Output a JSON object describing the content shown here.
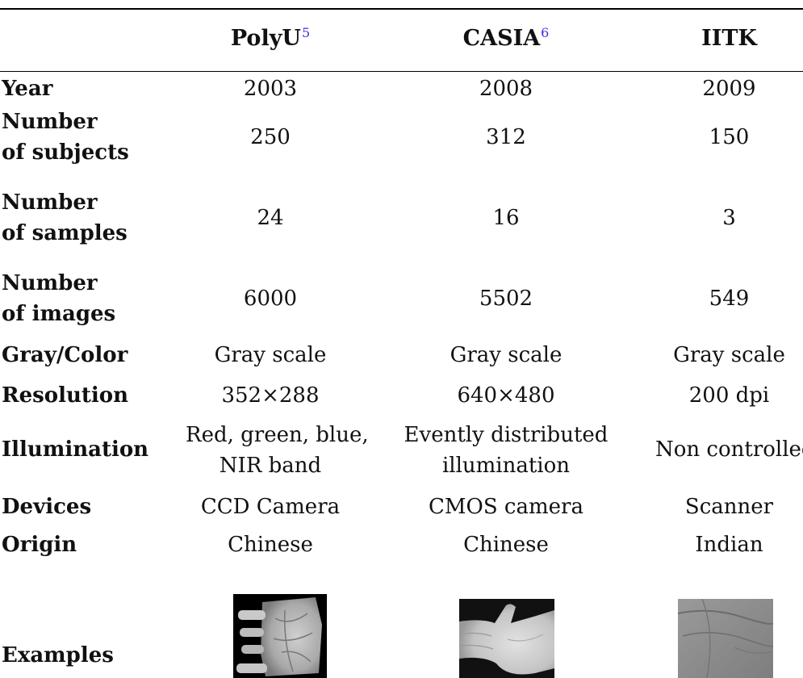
{
  "table": {
    "columns": [
      {
        "name": "PolyU",
        "ref": "5"
      },
      {
        "name": "CASIA",
        "ref": "6"
      },
      {
        "name": "IITK",
        "ref": ""
      }
    ],
    "rows": [
      {
        "label": [
          "Year"
        ],
        "values": [
          [
            "2003"
          ],
          [
            "2008"
          ],
          [
            "2009"
          ]
        ]
      },
      {
        "label": [
          "Number",
          "of subjects"
        ],
        "values": [
          [
            "250"
          ],
          [
            "312"
          ],
          [
            "150"
          ]
        ]
      },
      {
        "label": [
          "Number",
          "of samples"
        ],
        "values": [
          [
            "24"
          ],
          [
            "16"
          ],
          [
            "3"
          ]
        ]
      },
      {
        "label": [
          "Number",
          "of images"
        ],
        "values": [
          [
            "6000"
          ],
          [
            "5502"
          ],
          [
            "549"
          ]
        ]
      },
      {
        "label": [
          "Gray/Color"
        ],
        "values": [
          [
            "Gray scale"
          ],
          [
            "Gray scale"
          ],
          [
            "Gray scale"
          ]
        ]
      },
      {
        "label": [
          "Resolution"
        ],
        "values": [
          [
            "352×288"
          ],
          [
            "640×480"
          ],
          [
            "200 dpi"
          ]
        ]
      },
      {
        "label": [
          "Illumination"
        ],
        "values": [
          [
            "Red, green, blue,",
            "NIR band"
          ],
          [
            "Evently distributed",
            "illumination"
          ],
          [
            "Non controlled"
          ]
        ]
      },
      {
        "label": [
          "Devices"
        ],
        "values": [
          [
            "CCD Camera"
          ],
          [
            "CMOS camera"
          ],
          [
            "Scanner"
          ]
        ]
      },
      {
        "label": [
          "Origin"
        ],
        "values": [
          [
            "Chinese"
          ],
          [
            "Chinese"
          ],
          [
            "Indian"
          ]
        ]
      }
    ],
    "examples_label": "Examples",
    "example_images": [
      {
        "icon": "palm-image-polyu",
        "description_color": "#000000"
      },
      {
        "icon": "palm-image-casia",
        "description_color": "#000000"
      },
      {
        "icon": "palm-image-iitk",
        "description_color": "#8a8a8a"
      }
    ]
  }
}
